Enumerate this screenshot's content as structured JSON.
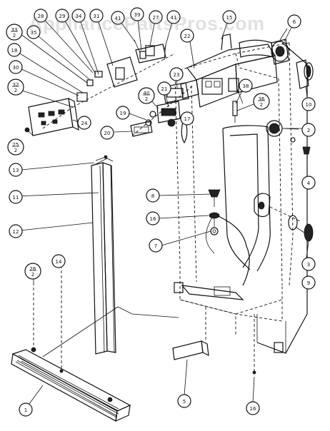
{
  "watermark": "AppliancePartsPros.com",
  "callouts": [
    {
      "id": "c28",
      "label": "28"
    },
    {
      "id": "c29",
      "label": "29"
    },
    {
      "id": "c34",
      "label": "34"
    },
    {
      "id": "c31",
      "label": "31"
    },
    {
      "id": "c39",
      "label": "39"
    },
    {
      "id": "c27",
      "label": "27"
    },
    {
      "id": "c41a",
      "label": "41"
    },
    {
      "id": "c41b",
      "label": "41"
    },
    {
      "id": "c33",
      "label": "33/2"
    },
    {
      "id": "c35",
      "label": "35"
    },
    {
      "id": "c18",
      "label": "18"
    },
    {
      "id": "c30",
      "label": "30"
    },
    {
      "id": "c32",
      "label": "32/2"
    },
    {
      "id": "c22",
      "label": "22"
    },
    {
      "id": "c15",
      "label": "15"
    },
    {
      "id": "c6",
      "label": "6"
    },
    {
      "id": "c23",
      "label": "23"
    },
    {
      "id": "c21",
      "label": "21"
    },
    {
      "id": "c40",
      "label": "40/2"
    },
    {
      "id": "c38",
      "label": "38"
    },
    {
      "id": "c36",
      "label": "36/2"
    },
    {
      "id": "c10",
      "label": "10"
    },
    {
      "id": "c24",
      "label": "24"
    },
    {
      "id": "c19",
      "label": "19"
    },
    {
      "id": "c17",
      "label": "17"
    },
    {
      "id": "c20",
      "label": "20"
    },
    {
      "id": "c25",
      "label": "25/2"
    },
    {
      "id": "c2",
      "label": "2"
    },
    {
      "id": "c13",
      "label": "13"
    },
    {
      "id": "c4",
      "label": "4"
    },
    {
      "id": "c11",
      "label": "11"
    },
    {
      "id": "c8",
      "label": "8"
    },
    {
      "id": "c12",
      "label": "12"
    },
    {
      "id": "c16b",
      "label": "16"
    },
    {
      "id": "c7",
      "label": "7"
    },
    {
      "id": "c3",
      "label": "3"
    },
    {
      "id": "c9",
      "label": "9"
    },
    {
      "id": "c14",
      "label": "14"
    },
    {
      "id": "c26",
      "label": "26/2"
    },
    {
      "id": "c1",
      "label": "1"
    },
    {
      "id": "c5",
      "label": "5"
    },
    {
      "id": "c16",
      "label": "16"
    }
  ]
}
